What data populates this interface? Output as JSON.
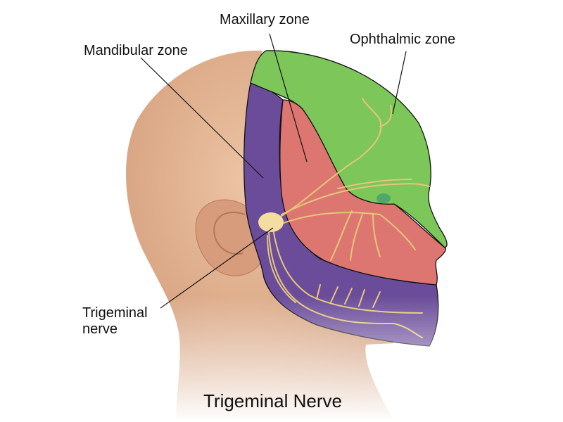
{
  "labels": {
    "maxillary": "Maxillary zone",
    "ophthalmic": "Ophthalmic zone",
    "mandibular": "Mandibular zone",
    "trigeminal_line1": "Trigeminal",
    "trigeminal_line2": "nerve"
  },
  "title": "Trigeminal Nerve",
  "colors": {
    "skin": "#e3b08e",
    "ophthalmic": "#7cc65a",
    "maxillary": "#dd7670",
    "mandibular": "#6a4c9a",
    "nerve": "#e6c67a"
  }
}
